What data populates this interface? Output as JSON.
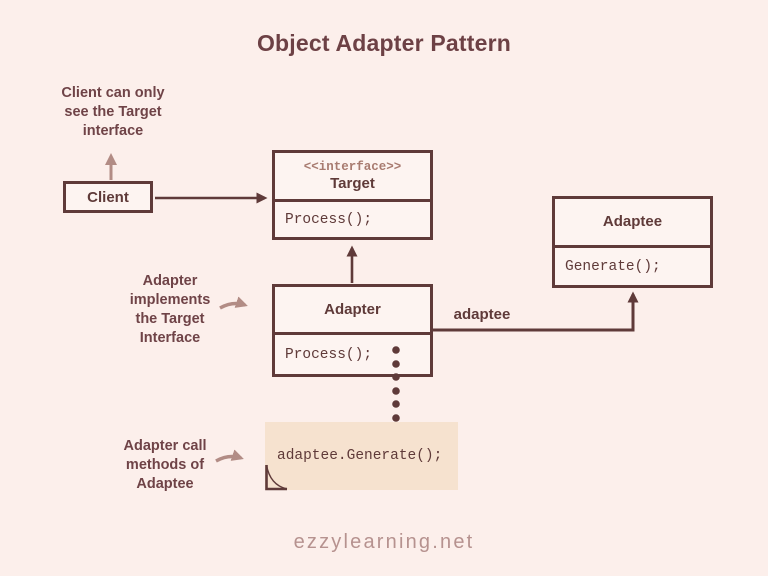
{
  "title": "Object Adapter Pattern",
  "footer": "ezzylearning.net",
  "colors": {
    "background": "#fcefeb",
    "line_dark": "#5f3a39",
    "text_dark": "#6f4347",
    "accent_rosy": "#b28c85",
    "stereotype_color": "#a87b70",
    "note_background": "#f6e2cf",
    "box_background": "#fdf4f1"
  },
  "boxes": {
    "client": {
      "label": "Client"
    },
    "target": {
      "stereotype": "<<interface>>",
      "name": "Target",
      "method": "Process();"
    },
    "adapter": {
      "name": "Adapter",
      "method": "Process();"
    },
    "adaptee": {
      "name": "Adaptee",
      "method": "Generate();"
    }
  },
  "relations": {
    "adapter_adaptee_label": "adaptee"
  },
  "note": {
    "code": "adaptee.Generate();"
  },
  "annotations": {
    "client_note": {
      "lines": [
        "Client can only",
        "see the Target",
        "interface"
      ]
    },
    "adapter_note": {
      "lines": [
        "Adapter",
        "implements",
        "the Target",
        "Interface"
      ]
    },
    "call_note": {
      "lines": [
        "Adapter call",
        "methods of",
        "Adaptee"
      ]
    }
  }
}
